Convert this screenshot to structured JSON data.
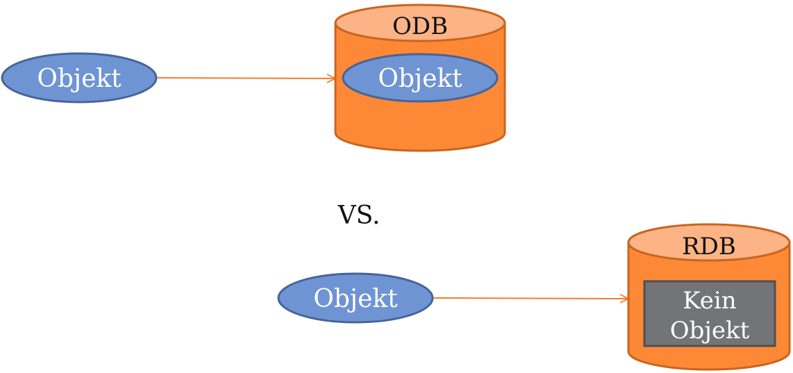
{
  "colors": {
    "object_fill": "#6f94d4",
    "object_stroke": "#47639a",
    "object_text": "#ffffff",
    "db_body": "#fd8937",
    "db_top": "#fcb385",
    "db_stroke": "#c9651f",
    "arrow": "#f57c2a",
    "gray_box_fill": "#737478",
    "gray_box_stroke": "#4e5053",
    "dark_text": "#111111"
  },
  "top": {
    "source_object": "Objekt",
    "db_label": "ODB",
    "inner_object": "Objekt"
  },
  "separator": "VS.",
  "bottom": {
    "source_object": "Objekt",
    "db_label": "RDB",
    "inner_line1": "Kein",
    "inner_line2": "Objekt"
  }
}
